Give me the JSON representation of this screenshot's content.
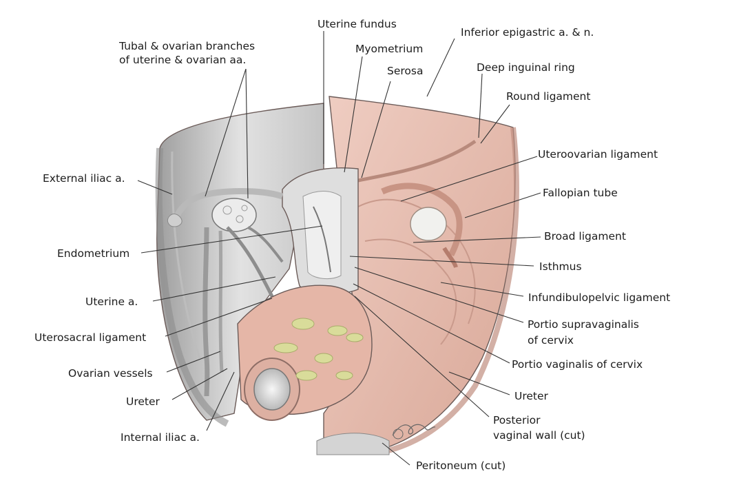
{
  "labels": {
    "uterine_fundus": "Uterine fundus",
    "tubal_ovarian_1": "Tubal & ovarian branches",
    "tubal_ovarian_2": "of uterine & ovarian aa.",
    "myometrium": "Myometrium",
    "inferior_epigastric": "Inferior epigastric a. & n.",
    "serosa": "Serosa",
    "deep_inguinal_ring": "Deep inguinal ring",
    "round_ligament": "Round ligament",
    "uteroovarian_ligament": "Uteroovarian ligament",
    "external_iliac": "External iliac a.",
    "fallopian_tube": "Fallopian tube",
    "broad_ligament": "Broad ligament",
    "endometrium": "Endometrium",
    "isthmus": "Isthmus",
    "uterine_a": "Uterine a.",
    "infundibulopelvic": "Infundibulopelvic ligament",
    "portio_supra_1": "Portio supravaginalis",
    "portio_supra_2": "of cervix",
    "uterosacral": "Uterosacral ligament",
    "portio_vaginalis": "Portio vaginalis of cervix",
    "ovarian_vessels": "Ovarian vessels",
    "ureter_left": "Ureter",
    "ureter_right": "Ureter",
    "posterior_vaginal_1": "Posterior",
    "posterior_vaginal_2": "vaginal wall (cut)",
    "internal_iliac": "Internal iliac a.",
    "peritoneum": "Peritoneum (cut)"
  },
  "colors": {
    "peritoneum_pink": "#e9c0b3",
    "pink_dark": "#c99a8c",
    "gray_tissue": "#d7d7d7",
    "gray_dark": "#a9a9a9",
    "fat_yellow": "#d9dc9a",
    "endometrium": "#efefef"
  }
}
